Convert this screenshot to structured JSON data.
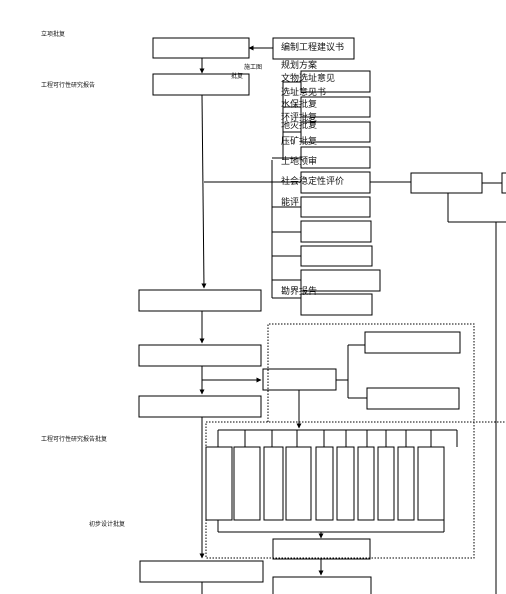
{
  "side_labels": {
    "lixiang": "立项批复",
    "feasibility": "工程可行性研究报告",
    "feasibility_approval": "工程可行性研究报告批复",
    "preliminary_design": "初步设计批复"
  },
  "construction_label": "施工图",
  "approval_label": "批复",
  "items": {
    "proposal": "编制工程建议书",
    "plan": "规划方案",
    "heritage": "文物选址意见",
    "site_letter": "选址意见书",
    "water": "水保批复",
    "env": "环评批复",
    "seismic": "地灾批复",
    "mineral": "压矿批复",
    "land": "土地预审",
    "social": "社会稳定性评价",
    "energy": "能评",
    "survey": "勘界报告"
  }
}
